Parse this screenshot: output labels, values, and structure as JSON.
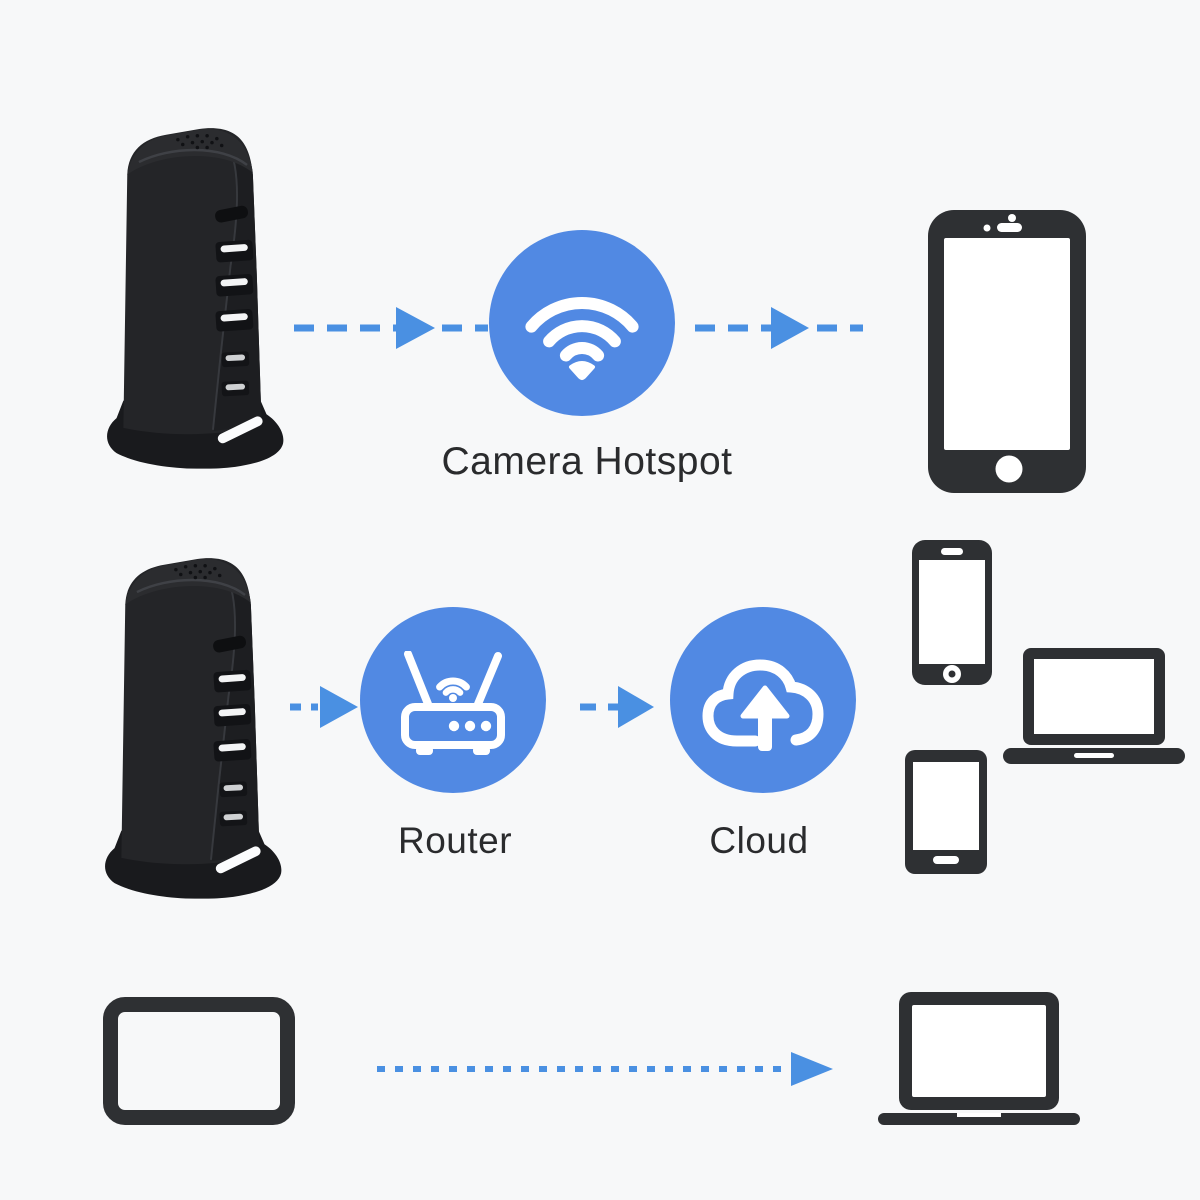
{
  "colors": {
    "background": "#f7f8f9",
    "accent_blue": "#5189e3",
    "arrow_blue": "#4a90e2",
    "device_dark": "#2e3033",
    "charger_body": "#242528",
    "label_text": "#2a2b2d"
  },
  "labels": {
    "camera_hotspot": "Camera Hotspot",
    "router": "Router",
    "cloud": "Cloud"
  },
  "diagram": {
    "rows": [
      {
        "id": "row-1-hotspot-mode",
        "source": "usb-charger-hidden-camera",
        "connection": {
          "icon": "wifi-icon",
          "label": "Camera Hotspot"
        },
        "target": "smartphone",
        "arrow_style": "dashed"
      },
      {
        "id": "row-2-router-cloud-mode",
        "source": "usb-charger-hidden-camera",
        "connections": [
          {
            "icon": "router-icon",
            "label": "Router"
          },
          {
            "icon": "cloud-upload-icon",
            "label": "Cloud"
          }
        ],
        "targets": [
          "smartphone",
          "laptop",
          "tablet"
        ],
        "arrow_style": "dashed"
      },
      {
        "id": "row-3-screen-mirror",
        "source": "display-screen",
        "target": "laptop",
        "arrow_style": "dotted"
      }
    ]
  }
}
